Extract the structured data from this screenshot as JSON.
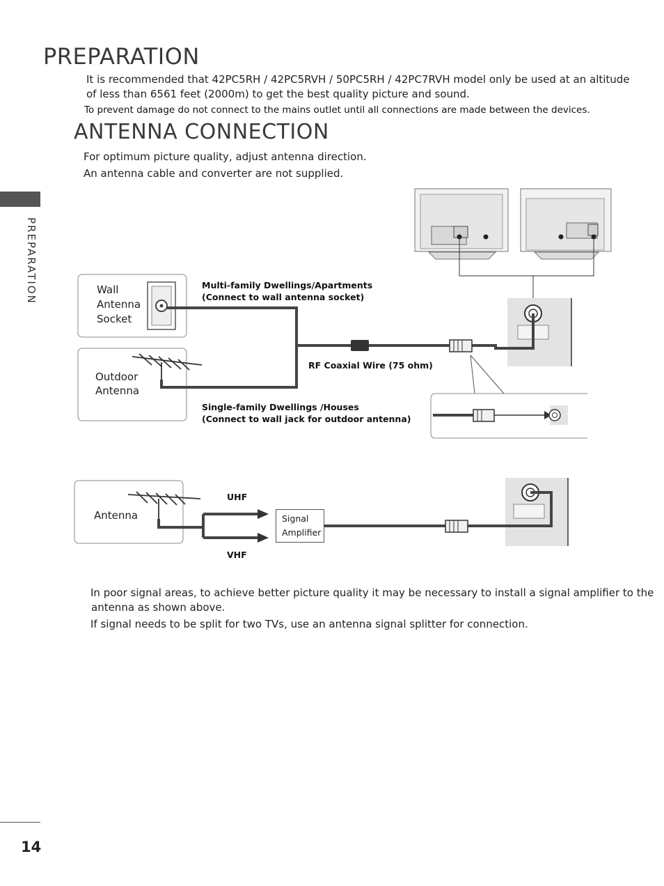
{
  "title": "PREPARATION",
  "intro": {
    "line1": "It is recommended that 42PC5RH / 42PC5RVH / 50PC5RH / 42PC7RVH model only be used at an altitude",
    "line2": "of less than 6561 feet (2000m) to get the best quality picture and sound.",
    "warning": "To prevent damage do not connect to the mains outlet until all connections are made between the devices."
  },
  "section": {
    "title": "ANTENNA CONNECTION",
    "line1": "For optimum picture quality, adjust antenna direction.",
    "line2": "An antenna cable and converter are not supplied."
  },
  "side_tab": "PREPARATION",
  "diagram1": {
    "wall_socket": [
      "Wall",
      "Antenna",
      "Socket"
    ],
    "outdoor_antenna": [
      "Outdoor",
      "Antenna"
    ],
    "multi_family": [
      "Multi-family Dwellings/Apartments",
      "(Connect to wall antenna socket)"
    ],
    "rf_wire": "RF Coaxial Wire (75 ohm)",
    "single_family": [
      "Single-family Dwellings /Houses",
      "(Connect to wall jack for outdoor antenna)"
    ]
  },
  "diagram2": {
    "antenna": "Antenna",
    "uhf": "UHF",
    "vhf": "VHF",
    "amplifier": [
      "Signal",
      "Amplifier"
    ]
  },
  "notes": {
    "line1": "In poor signal areas, to achieve better picture quality it may be necessary to install a signal amplifier to the",
    "line2": "antenna as shown above.",
    "line3": "If signal needs to be split for two TVs, use an antenna signal splitter for connection."
  },
  "page_number": "14"
}
